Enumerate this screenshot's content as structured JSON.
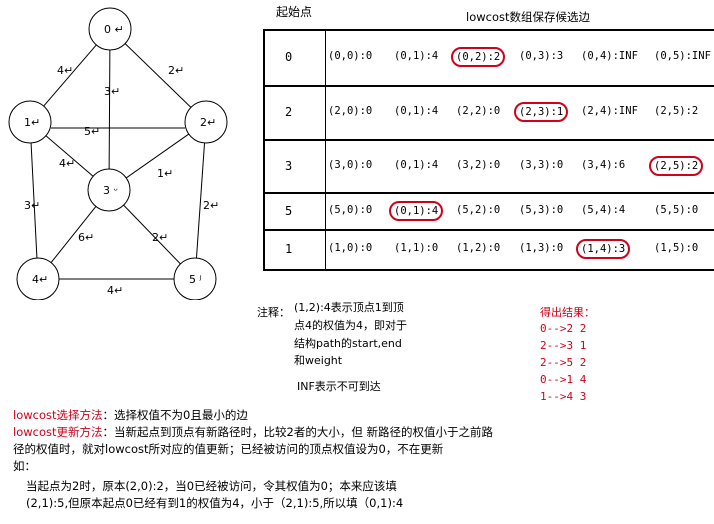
{
  "graph": {
    "nodes": [
      {
        "id": "0",
        "label": "0 ↵"
      },
      {
        "id": "1",
        "label": "1↵"
      },
      {
        "id": "2",
        "label": "2↵"
      },
      {
        "id": "3",
        "label": "3 ᵕ"
      },
      {
        "id": "4",
        "label": "4↵"
      },
      {
        "id": "5",
        "label": "5 ʲ"
      }
    ],
    "edges": [
      {
        "from": "0",
        "to": "1",
        "weight": "4↵"
      },
      {
        "from": "0",
        "to": "2",
        "weight": "2↵"
      },
      {
        "from": "0",
        "to": "3",
        "weight": "3↵"
      },
      {
        "from": "1",
        "to": "2",
        "weight": "5↵"
      },
      {
        "from": "1",
        "to": "3",
        "weight": "4↵"
      },
      {
        "from": "2",
        "to": "3",
        "weight": "1↵"
      },
      {
        "from": "1",
        "to": "4",
        "weight": "3↵"
      },
      {
        "from": "2",
        "to": "5",
        "weight": "2↵"
      },
      {
        "from": "3",
        "to": "4",
        "weight": "6↵"
      },
      {
        "from": "3",
        "to": "5",
        "weight": "2↵"
      },
      {
        "from": "4",
        "to": "5",
        "weight": "4↵"
      }
    ]
  },
  "table": {
    "start_header": "起始点",
    "lowcost_header": "lowcost数组保存候选边",
    "rows": [
      {
        "start": "0",
        "entries": [
          {
            "text": "(0,0):0",
            "circled": false
          },
          {
            "text": "(0,1):4",
            "circled": false
          },
          {
            "text": "(0,2):2",
            "circled": true
          },
          {
            "text": "(0,3):3",
            "circled": false
          },
          {
            "text": "(0,4):INF",
            "circled": false
          },
          {
            "text": "(0,5):INF",
            "circled": false
          }
        ]
      },
      {
        "start": "2",
        "entries": [
          {
            "text": "(2,0):0",
            "circled": false
          },
          {
            "text": "(0,1):4",
            "circled": false
          },
          {
            "text": "(2,2):0",
            "circled": false
          },
          {
            "text": "(2,3):1",
            "circled": true
          },
          {
            "text": "(2,4):INF",
            "circled": false
          },
          {
            "text": "(2,5):2",
            "circled": false
          }
        ]
      },
      {
        "start": "3",
        "entries": [
          {
            "text": "(3,0):0",
            "circled": false
          },
          {
            "text": "(0,1):4",
            "circled": false
          },
          {
            "text": "(3,2):0",
            "circled": false
          },
          {
            "text": "(3,3):0",
            "circled": false
          },
          {
            "text": "(3,4):6",
            "circled": false
          },
          {
            "text": "(2,5):2",
            "circled": true
          }
        ]
      },
      {
        "start": "5",
        "entries": [
          {
            "text": "(5,0):0",
            "circled": false
          },
          {
            "text": "(0,1):4",
            "circled": true
          },
          {
            "text": "(5,2):0",
            "circled": false
          },
          {
            "text": "(5,3):0",
            "circled": false
          },
          {
            "text": "(5,4):4",
            "circled": false
          },
          {
            "text": "(5,5):0",
            "circled": false
          }
        ]
      },
      {
        "start": "1",
        "entries": [
          {
            "text": "(1,0):0",
            "circled": false
          },
          {
            "text": "(1,1):0",
            "circled": false
          },
          {
            "text": "(1,2):0",
            "circled": false
          },
          {
            "text": "(1,3):0",
            "circled": false
          },
          {
            "text": "(1,4):3",
            "circled": true
          },
          {
            "text": "(1,5):0",
            "circled": false
          }
        ]
      }
    ]
  },
  "note": {
    "label": "注释：",
    "line1": "(1,2):4表示顶点1到顶",
    "line2": "点4的权值为4，即对于",
    "line3": "结构path的start,end",
    "line4": "和weight",
    "inf_note": "INF表示不可到达"
  },
  "result": {
    "title": "得出结果：",
    "lines": [
      "0-->2  2",
      "2-->3  1",
      "2-->5  2",
      "0-->1  4",
      "1-->4  3"
    ]
  },
  "explain": {
    "select_label": "lowcost选择方法",
    "select_text": "：选择权值不为0且最小的边",
    "update_label": "lowcost更新方法",
    "update_text": "：当新起点到顶点有新路径时，比较2者的大小，但 新路径的权值小于之前路",
    "line3": "径的权值时，就对lowcost所对应的值更新；已经被访问的顶点权值设为0，不在更新",
    "line4": "如：",
    "line5": "当起点为2时，原本(2,0):2，当0已经被访问，令其权值为0；本来应该填",
    "line6": "(2,1):5,但原本起点0已经有到1的权值为4，小于（2,1):5,所以填（0,1):4"
  },
  "colors": {
    "accent_red": "#d0021b"
  }
}
